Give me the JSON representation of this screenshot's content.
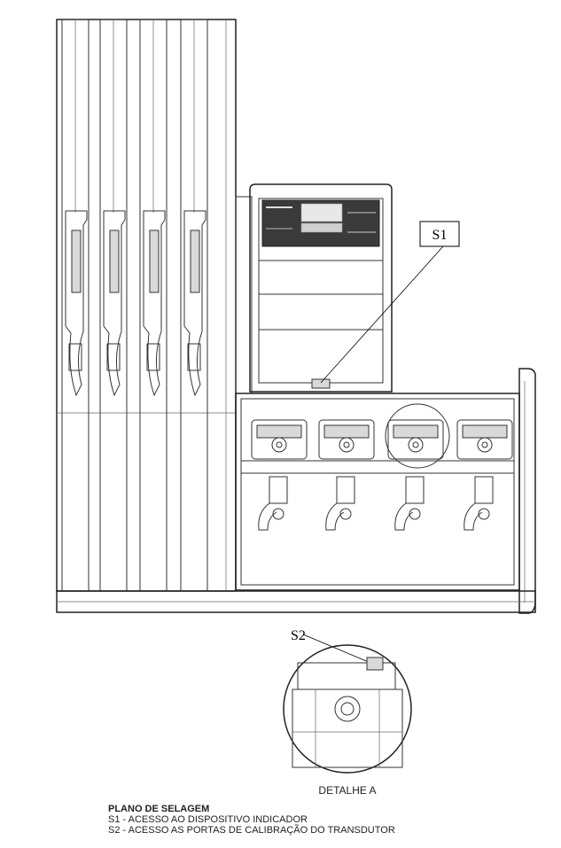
{
  "callouts": {
    "s1": "S1",
    "s2": "S2"
  },
  "detail": {
    "caption": "DETALHE A"
  },
  "legend": {
    "title": "PLANO DE SELAGEM",
    "lines": [
      "S1 - ACESSO AO DISPOSITIVO INDICADOR",
      "S2 - ACESSO AS PORTAS DE CALIBRAÇÃO DO TRANSDUTOR"
    ]
  },
  "colors": {
    "line": "#333333",
    "panel_dark": "#3a3a3a",
    "background": "#ffffff"
  }
}
